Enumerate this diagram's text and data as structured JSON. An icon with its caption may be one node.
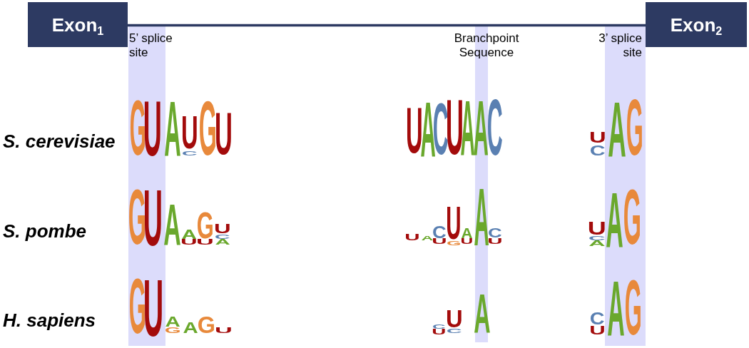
{
  "diagram": {
    "nodes": [
      {
        "text": [
          "Exon$_{1}$"
        ]
      },
      {
        "text": [
          "Exon$_{2}$"
        ]
      },
      {
        "text": [
          "5’ splice site"
        ]
      },
      {
        "text": [
          "Branchpoint Sequence"
        ]
      },
      {
        "text": [
          "3’ splice site"
        ]
      }
    ],
    "edges": [
      {
        "from": 0,
        "to": 1,
        "arrow": "none"
      }
    ],
    "labels": [
      "S. cerevisiae",
      "G",
      "U",
      "A",
      "U",
      "C",
      "G",
      "U",
      "U",
      "A",
      "C",
      "U",
      "A",
      "A",
      "C",
      "U",
      "C",
      "A",
      "G",
      "S. pombe",
      "G",
      "U",
      "A",
      "A",
      "U",
      "G",
      "U",
      "U",
      "C",
      "A",
      "U",
      "A",
      "C",
      "U",
      "U",
      "G",
      "A",
      "U",
      "A",
      "C",
      "U",
      "U",
      "C",
      "A",
      "A",
      "G",
      "H. sapiens",
      "G",
      "U",
      "A",
      "G",
      "A",
      "G",
      "U",
      "C",
      "U",
      "U",
      "C",
      "A",
      "C",
      "U",
      "A",
      "G"
    ]
  }
}
